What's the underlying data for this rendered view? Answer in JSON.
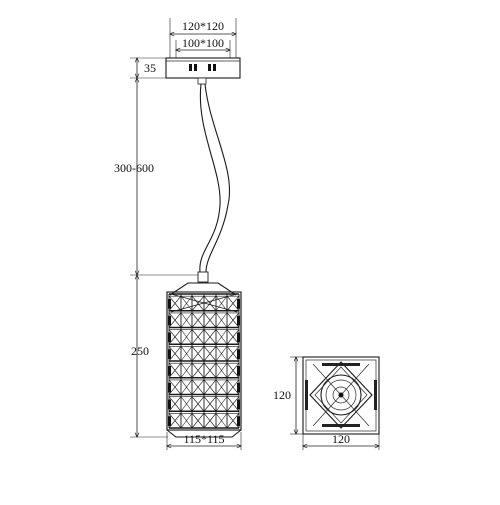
{
  "drawing": {
    "canopy_outer": "120*120",
    "canopy_inner": "100*100",
    "canopy_height": "35",
    "cable_length": "300-600",
    "shade_height": "250",
    "shade_width": "115*115",
    "top_view_height": "120",
    "top_view_width": "120"
  }
}
